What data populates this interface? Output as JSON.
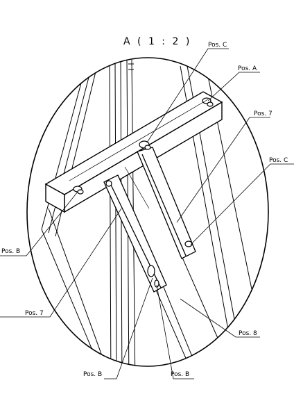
{
  "detail": {
    "title": "A ( 1 : 2 )"
  },
  "callouts": {
    "pos_c_top": "Pos. C",
    "pos_a": "Pos. A",
    "pos_7_right": "Pos. 7",
    "pos_c_right": "Pos. C",
    "pos_b_left": "Pos. B",
    "pos_7_left": "Pos. 7",
    "pos_8": "Pos. 8",
    "pos_b_bottom_left": "Pos. B",
    "pos_b_bottom_right": "Pos. B"
  }
}
